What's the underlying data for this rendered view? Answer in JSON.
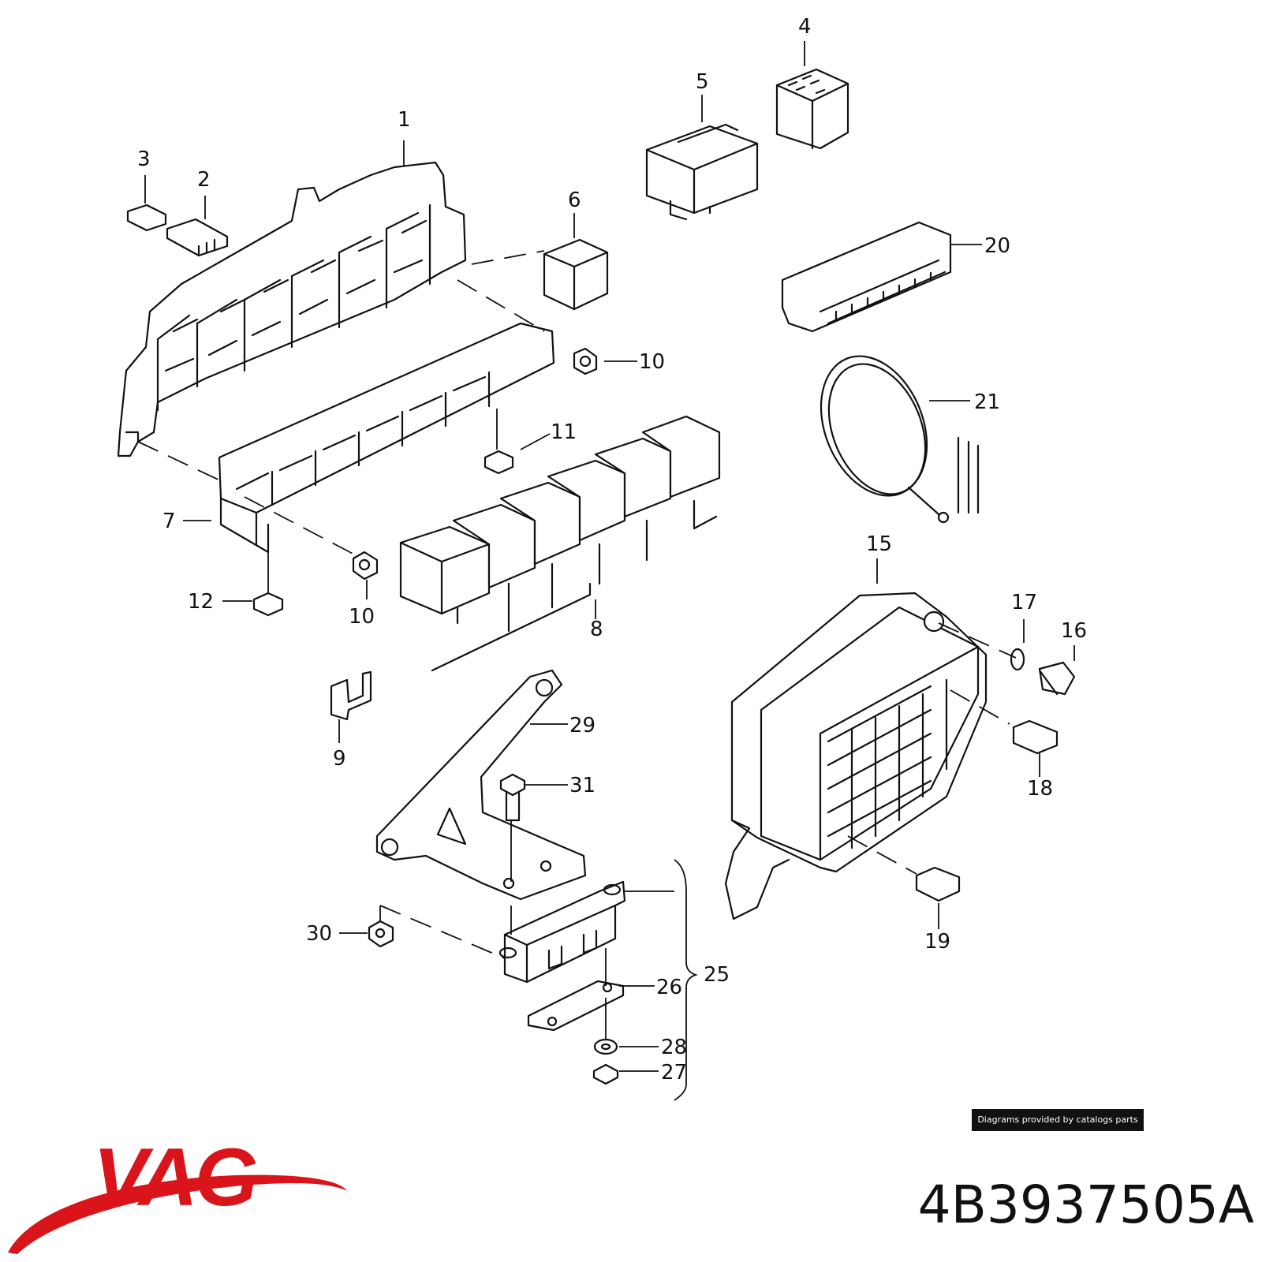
{
  "diagram": {
    "callouts": [
      {
        "id": "1",
        "label": "1"
      },
      {
        "id": "2",
        "label": "2"
      },
      {
        "id": "3",
        "label": "3"
      },
      {
        "id": "4",
        "label": "4"
      },
      {
        "id": "5",
        "label": "5"
      },
      {
        "id": "6",
        "label": "6"
      },
      {
        "id": "7",
        "label": "7"
      },
      {
        "id": "8",
        "label": "8"
      },
      {
        "id": "9",
        "label": "9"
      },
      {
        "id": "10a",
        "label": "10"
      },
      {
        "id": "10b",
        "label": "10"
      },
      {
        "id": "11",
        "label": "11"
      },
      {
        "id": "12",
        "label": "12"
      },
      {
        "id": "15",
        "label": "15"
      },
      {
        "id": "16",
        "label": "16"
      },
      {
        "id": "17",
        "label": "17"
      },
      {
        "id": "18",
        "label": "18"
      },
      {
        "id": "19",
        "label": "19"
      },
      {
        "id": "20",
        "label": "20"
      },
      {
        "id": "21",
        "label": "21"
      },
      {
        "id": "25",
        "label": "25"
      },
      {
        "id": "26",
        "label": "26"
      },
      {
        "id": "27",
        "label": "27"
      },
      {
        "id": "28",
        "label": "28"
      },
      {
        "id": "29",
        "label": "29"
      },
      {
        "id": "30",
        "label": "30"
      },
      {
        "id": "31",
        "label": "31"
      }
    ]
  },
  "footer": {
    "credit": "Diagrams provided by catalogs parts",
    "part_number": "4B3937505A",
    "brand": "VAG"
  },
  "colors": {
    "brand_red": "#d9151b",
    "line": "#111111"
  }
}
